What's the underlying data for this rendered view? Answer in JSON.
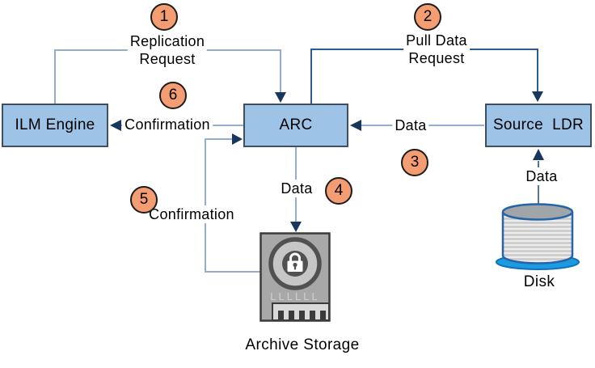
{
  "diagram": {
    "nodes": {
      "ilm_engine": "ILM Engine",
      "arc": "ARC",
      "source_ldr": "Source  LDR"
    },
    "steps": {
      "s1": {
        "num": "1",
        "label": "Replication\nRequest"
      },
      "s2": {
        "num": "2",
        "label": "Pull Data\nRequest"
      },
      "s3": {
        "num": "3",
        "label": "Data"
      },
      "s4": {
        "num": "4",
        "label": "Data"
      },
      "s5": {
        "num": "5",
        "label": "Confirmation"
      },
      "s6": {
        "num": "6",
        "label": "Confirmation"
      }
    },
    "labels": {
      "disk_data": "Data",
      "archive_storage": "Archive Storage",
      "disk": "Disk"
    },
    "icons": {
      "archive": "archive-storage-lock-icon",
      "disk": "disk-cylinder-icon"
    },
    "colors": {
      "node_fill": "#9DC3E6",
      "node_border": "#3F4F60",
      "wire_light": "#92AECE",
      "wire_dark": "#2E5B8F",
      "wire_medium": "#4F77A5",
      "arrowhead": "#17375E",
      "step_fill": "#F59D72",
      "step_border": "#1C1C1C",
      "archive_gray": "#A8A8A8",
      "disk_blue": "#2663A7",
      "disk_base_blue": "#1C9BE0"
    }
  }
}
